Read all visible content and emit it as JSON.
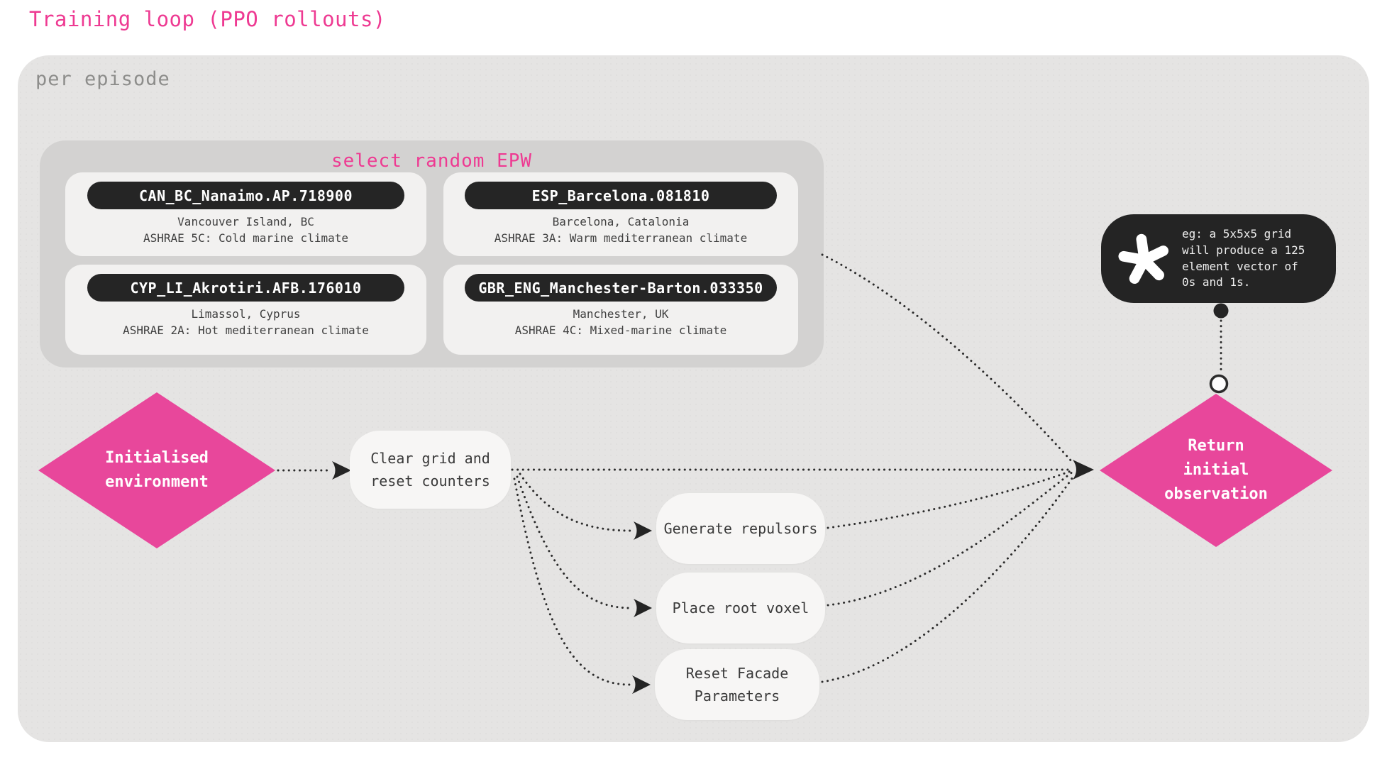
{
  "title": "Training loop (PPO rollouts)",
  "loop_label": "per episode",
  "epw": {
    "title": "select random EPW",
    "cards": [
      {
        "id": "CAN_BC_Nanaimo.AP.718900",
        "location": "Vancouver Island, BC",
        "climate": "ASHRAE 5C: Cold marine climate"
      },
      {
        "id": "ESP_Barcelona.081810",
        "location": "Barcelona, Catalonia",
        "climate": "ASHRAE 3A: Warm mediterranean climate"
      },
      {
        "id": "CYP_LI_Akrotiri.AFB.176010",
        "location": "Limassol, Cyprus",
        "climate": "ASHRAE 2A: Hot mediterranean climate"
      },
      {
        "id": "GBR_ENG_Manchester-Barton.033350",
        "location": "Manchester, UK",
        "climate": "ASHRAE 4C: Mixed-marine climate"
      }
    ]
  },
  "nodes": {
    "start": "Initialised environment",
    "clear_grid": "Clear grid and reset counters",
    "generate_repulsors": "Generate repulsors",
    "place_root_voxel": "Place root voxel",
    "reset_facade": "Reset Facade Parameters",
    "end": "Return initial observation"
  },
  "callout": {
    "icon": "asterisk-icon",
    "text": "eg: a 5x5x5 grid will produce a 125 element vector of 0s and 1s."
  },
  "colors": {
    "accent_pink": "#ee3a92",
    "diamond_pink": "#e8479b",
    "node_dark": "#242424",
    "loop_bg": "#e5e4e3",
    "panel_bg": "#d3d2d1",
    "card_bg": "#f2f1f0",
    "connector": "#2b2b2b"
  }
}
